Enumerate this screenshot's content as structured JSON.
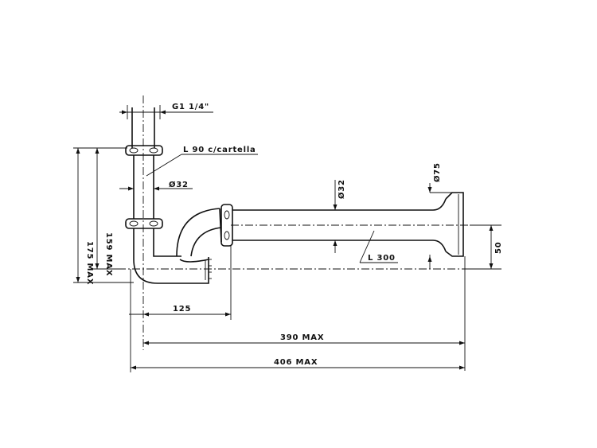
{
  "labels": {
    "thread": "G1 1/4\"",
    "tailpiece": "L 90 c/cartella",
    "diam_vertical": "Ø32",
    "diam_horizontal": "Ø32",
    "flange_diam": "Ø75",
    "arm_length": "L 300",
    "height_offset": "50",
    "height_159": "159 MAX",
    "height_175": "175 MAX",
    "width_125": "125",
    "width_390": "390 MAX",
    "width_406": "406 MAX"
  }
}
